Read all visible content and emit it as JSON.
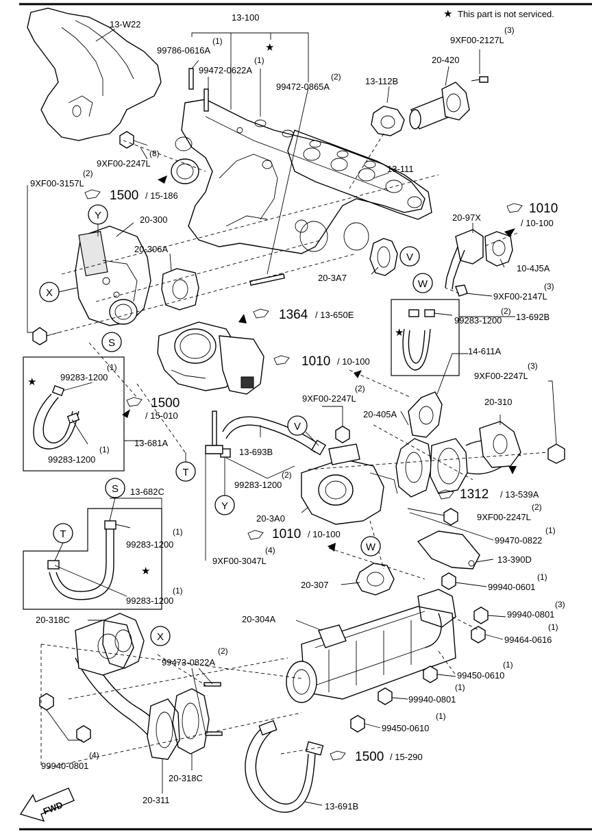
{
  "header": {
    "note_star": "★",
    "note_text": "This part is not serviced."
  },
  "labels": {
    "l13W22": "13-W22",
    "l13_100": "13-100",
    "q1a": "(1)",
    "p99786": "99786-0616A",
    "q1b": "(1)",
    "p99472_0622": "99472-0622A",
    "q2a": "(2)",
    "p99472_0865": "99472-0865A",
    "l13_112B": "13-112B",
    "q3a": "(3)",
    "p9XF00_2127": "9XF00-2127L",
    "l20_420": "20-420",
    "q8": "(8)",
    "p9XF00_2247_top": "9XF00-2247L",
    "l13_111": "13-111",
    "q2b": "(2)",
    "p9XF00_3157": "9XF00-3157L",
    "r1500a_big": "1500",
    "r1500a_sub": "/ 15-186",
    "r1010a_big": "1010",
    "r1010a_sub": "/ 10-100",
    "l20_300": "20-300",
    "l20_97X": "20-97X",
    "l20_306A": "20-306A",
    "l10_4J5A": "10-4J5A",
    "l20_3A7": "20-3A7",
    "q3b": "(3)",
    "p9XF00_2147": "9XF00-2147L",
    "q2c": "(2)",
    "p99283_1200_a": "99283-1200",
    "l13_692B": "13-692B",
    "r1364_big": "1364",
    "r1364_sub": "/ 13-650E",
    "l14_611A": "14-611A",
    "r1010b_big": "1010",
    "r1010b_sub": "/ 10-100",
    "q3c": "(3)",
    "p9XF00_2247_r": "9XF00-2247L",
    "q1c": "(1)",
    "p99283_1200_b": "99283-1200",
    "r1500b_big": "1500",
    "r1500b_sub": "/ 15-010",
    "q2d": "(2)",
    "p9XF00_2247_m": "9XF00-2247L",
    "l20_310": "20-310",
    "l20_405A": "20-405A",
    "l13_681A": "13-681A",
    "q1d": "(1)",
    "p99283_1200_c": "99283-1200",
    "l13_693B": "13-693B",
    "q2e": "(2)",
    "p99283_1200_d": "99283-1200",
    "r1312_big": "1312",
    "r1312_sub": "/ 13-539A",
    "l13_682C": "13-682C",
    "l20_3A0": "20-3A0",
    "q2f": "(2)",
    "p9XF00_2247_b": "9XF00-2247L",
    "q1e": "(1)",
    "p99283_1200_e": "99283-1200",
    "r1010c_big": "1010",
    "r1010c_sub": "/ 10-100",
    "q1f": "(1)",
    "p99470_0822": "99470-0822",
    "q4a": "(4)",
    "p9XF00_3047": "9XF00-3047L",
    "l13_390D": "13-390D",
    "q1g": "(1)",
    "p99283_1200_f": "99283-1200",
    "l20_307": "20-307",
    "q1h": "(1)",
    "p99940_0601": "99940-0601",
    "l20_318C_top": "20-318C",
    "l20_304A": "20-304A",
    "q3d": "(3)",
    "p99940_0801_r": "99940-0801",
    "q1i": "(1)",
    "p99464_0616": "99464-0616",
    "q2g": "(2)",
    "p99473_0822": "99473-0822A",
    "q1j": "(1)",
    "p99450_0610_a": "99450-0610",
    "q1k": "(1)",
    "p99940_0801_m": "99940-0801",
    "q1l": "(1)",
    "p99450_0610_b": "99450-0610",
    "q4b": "(4)",
    "p99940_0801_l": "99940-0801",
    "r1500c_big": "1500",
    "r1500c_sub": "/ 15-290",
    "l20_318C_bot": "20-318C",
    "l20_311": "20-311",
    "l13_691B": "13-691B",
    "fwd": "FWD"
  },
  "callouts": {
    "Y1": "Y",
    "X1": "X",
    "S1": "S",
    "V1": "V",
    "W1": "W",
    "V2": "V",
    "T1": "T",
    "Y2": "Y",
    "S2": "S",
    "T2": "T",
    "W2": "W",
    "X2": "X"
  }
}
